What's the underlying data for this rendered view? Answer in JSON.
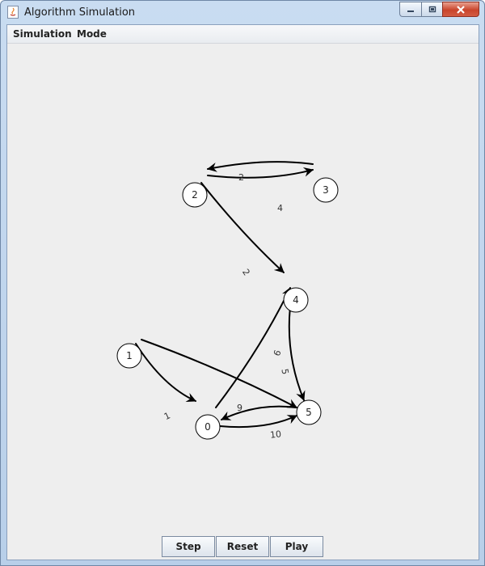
{
  "window": {
    "title": "Algorithm Simulation"
  },
  "menu": {
    "items": [
      "Simulation",
      "Mode"
    ]
  },
  "graph": {
    "nodes": [
      "0",
      "1",
      "2",
      "3",
      "4",
      "5"
    ],
    "edges": [
      {
        "from": "2",
        "to": "3",
        "weight": "4"
      },
      {
        "from": "3",
        "to": "2",
        "weight": "2"
      },
      {
        "from": "2",
        "to": "4",
        "weight": "2"
      },
      {
        "from": "4",
        "to": "5",
        "weight": "5"
      },
      {
        "from": "1",
        "to": "0",
        "weight": "1"
      },
      {
        "from": "1",
        "to": "5",
        "weight": ""
      },
      {
        "from": "0",
        "to": "4",
        "weight": "6"
      },
      {
        "from": "0",
        "to": "5",
        "weight": "10"
      },
      {
        "from": "5",
        "to": "0",
        "weight": "9"
      }
    ]
  },
  "buttons": {
    "step": "Step",
    "reset": "Reset",
    "play": "Play"
  }
}
